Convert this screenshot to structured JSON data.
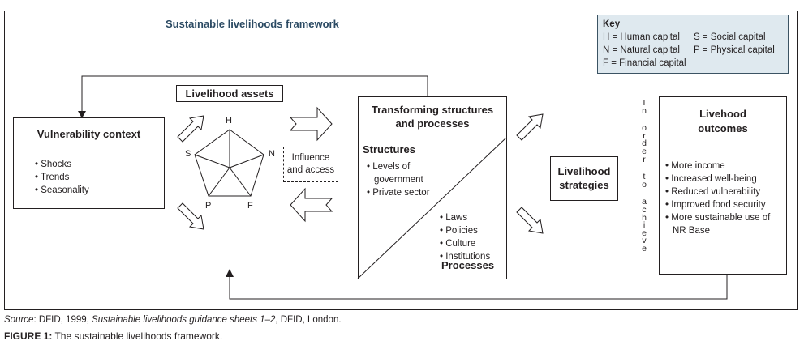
{
  "title": "Sustainable livelihoods framework",
  "key": {
    "heading": "Key",
    "entries": [
      "H = Human capital",
      "S = Social capital",
      "N = Natural capital",
      "P = Physical capital",
      "F = Financial capital"
    ]
  },
  "vulnerability": {
    "heading": "Vulnerability context",
    "items": [
      "Shocks",
      "Trends",
      "Seasonality"
    ]
  },
  "assets": {
    "heading": "Livelihood assets",
    "labels": {
      "H": "H",
      "N": "N",
      "F": "F",
      "P": "P",
      "S": "S"
    }
  },
  "influence": {
    "line1": "Influence",
    "line2": "and access"
  },
  "transforming": {
    "heading_line1": "Transforming structures",
    "heading_line2": "and processes",
    "structures_heading": "Structures",
    "structures_items": [
      "Levels of government",
      "Private sector"
    ],
    "processes_items": [
      "Laws",
      "Policies",
      "Culture",
      "Institutions"
    ],
    "processes_heading": "Processes"
  },
  "strategies": {
    "line1": "Livelihood",
    "line2": "strategies"
  },
  "in_order_to_achieve": "In order to achieve",
  "outcomes": {
    "heading_line1": "Livehood",
    "heading_line2": "outcomes",
    "items": [
      "More income",
      "Increased well-being",
      "Reduced vulnerability",
      "Improved food security",
      "More sustainable use of NR Base"
    ]
  },
  "caption": {
    "source_label": "Source",
    "source_text_1": ": DFID, 1999, ",
    "source_title": "Sustainable livelihoods guidance sheets 1–2",
    "source_text_2": ", DFID, London.",
    "figure_label": "FIGURE 1:",
    "figure_text": " The sustainable livelihoods framework."
  },
  "colors": {
    "title": "#2b4a63",
    "key_bg": "#dfe9ef",
    "key_border": "#3b5363"
  }
}
